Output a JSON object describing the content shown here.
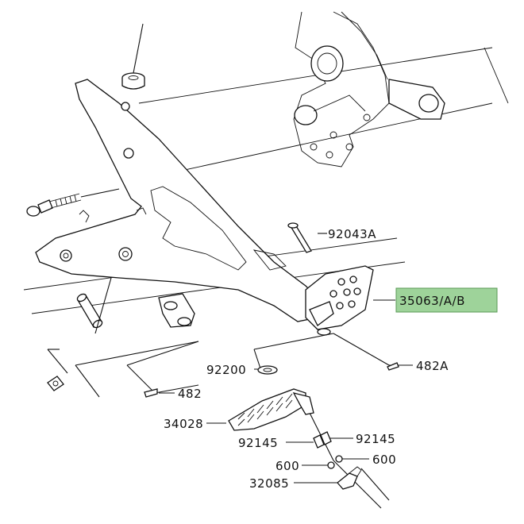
{
  "diagram": {
    "highlight_color": "#9ed39a",
    "labels": {
      "l92043A": "92043A",
      "l35063": "35063/A/B",
      "l482A": "482A",
      "l92200": "92200",
      "l482": "482",
      "l34028": "34028",
      "l92145a": "92145",
      "l92145b": "92145",
      "l600a": "600",
      "l600b": "600",
      "l32085": "32085"
    }
  }
}
